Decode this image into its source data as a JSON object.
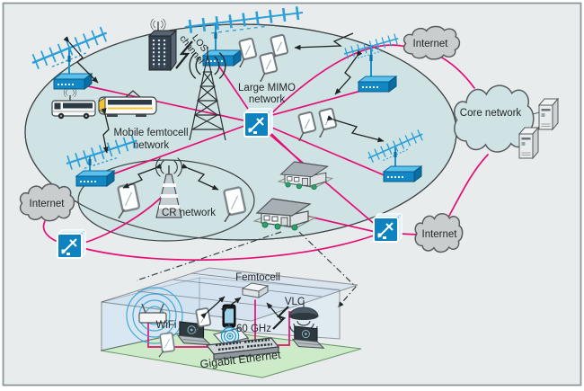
{
  "labels": {
    "large_mimo_line1": "Large MIMO",
    "large_mimo_line2": "network",
    "mobile_femtocell_line1": "Mobile femtocell",
    "mobile_femtocell_line2": "network",
    "cr_network": "CR network",
    "los_line1": "LOS",
    "los_line2": "channel",
    "internet_top": "Internet",
    "internet_left": "Internet",
    "internet_bottom": "Internet",
    "core_network": "Core network",
    "femtocell": "Femtocell",
    "wifi": "WiFi",
    "mmwave": "60 GHz",
    "vlc": "VLC",
    "gigabit_ethernet": "Gigabit Ethernet"
  },
  "colors": {
    "backhaul_link_pink": "#e40f74",
    "equipment_blue": "#1793cf",
    "antenna_blue": "#2a9fd8",
    "coverage_ellipse_fill": "#cfe2e4",
    "cloud_gray": "#c9cdce",
    "core_cloud_fill": "#cfe2e4",
    "floor_green": "#cdeac9",
    "wall_blue": "#cfe4f4",
    "background": "#e9eced",
    "bs_icon_blue": "#0f83bf"
  }
}
